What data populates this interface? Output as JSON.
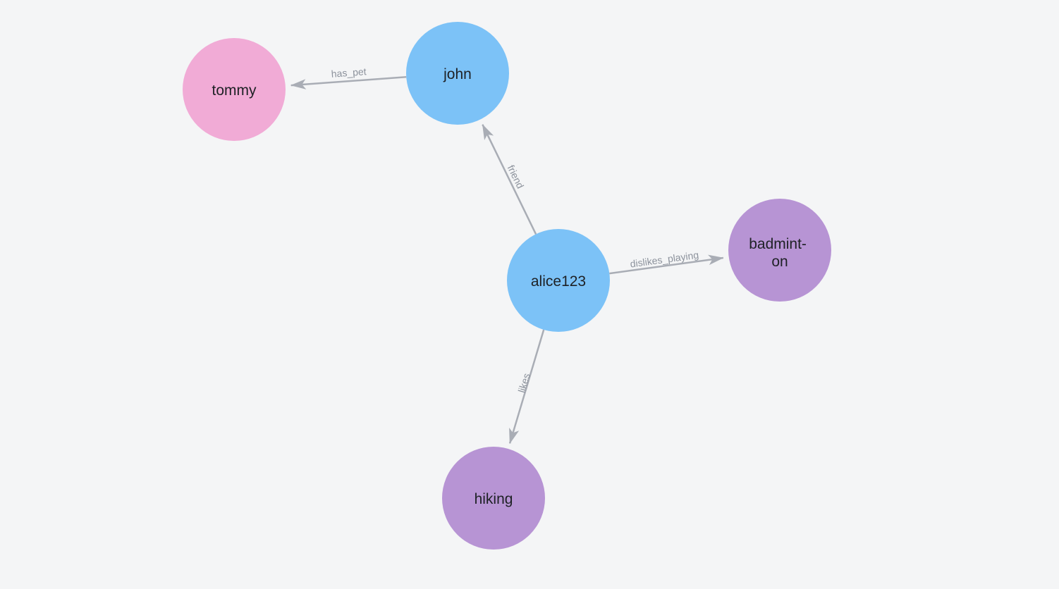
{
  "canvas": {
    "background_color": "#f4f5f6"
  },
  "graph": {
    "node_label_color": "#1e2125",
    "edge_color": "#a9adb5",
    "edge_label_color": "#8c929c",
    "node_colors": {
      "person": "#7cc2f7",
      "pet": "#f1abd6",
      "activity": "#b794d4"
    },
    "nodes": [
      {
        "id": "tommy",
        "label": "tommy",
        "color": "#f1abd6"
      },
      {
        "id": "john",
        "label": "john",
        "color": "#7cc2f7"
      },
      {
        "id": "alice123",
        "label": "alice123",
        "color": "#7cc2f7"
      },
      {
        "id": "badminton",
        "label": "badminton",
        "label_lines": [
          "badmint-",
          "on"
        ],
        "color": "#b794d4"
      },
      {
        "id": "hiking",
        "label": "hiking",
        "color": "#b794d4"
      }
    ],
    "edges": [
      {
        "from": "john",
        "to": "tommy",
        "label": "has_pet"
      },
      {
        "from": "alice123",
        "to": "john",
        "label": "friend"
      },
      {
        "from": "alice123",
        "to": "badminton",
        "label": "dislikes_playing"
      },
      {
        "from": "alice123",
        "to": "hiking",
        "label": "likes"
      }
    ]
  }
}
